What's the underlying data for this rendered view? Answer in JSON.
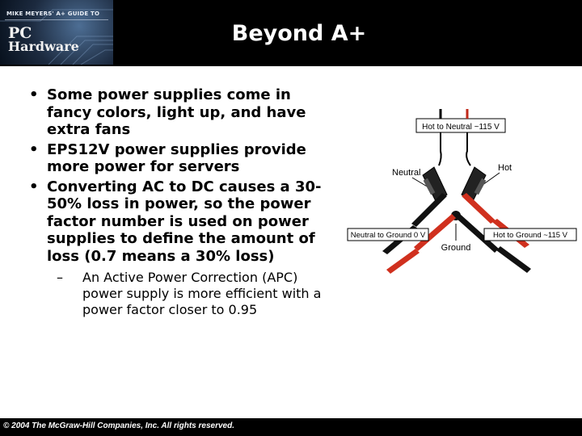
{
  "header": {
    "logo_series": "MIKE MEYERS' A+ GUIDE TO",
    "logo_pc": "PC",
    "logo_hardware": "Hardware",
    "title": "Beyond A+"
  },
  "bullets": [
    {
      "text": "Some power supplies come in fancy colors, light up, and have extra fans"
    },
    {
      "text": "EPS12V power supplies provide more power for servers"
    },
    {
      "text": "Converting AC to DC causes a 30-50% loss in power, so the power factor number is used on power supplies to define the amount of loss (0.7 means a 30% loss)"
    }
  ],
  "sub_bullets": [
    {
      "text": "An Active Power Correction (APC) power supply is more efficient with a power factor closer to 0.95"
    }
  ],
  "diagram": {
    "label_hot_neutral": "Hot to Neutral ~115 V",
    "label_neutral": "Neutral",
    "label_hot": "Hot",
    "label_neutral_ground": "Neutral to Ground  0 V",
    "label_hot_ground": "Hot to Ground ~115 V",
    "label_ground": "Ground"
  },
  "footer": {
    "copyright": "© 2004 The McGraw-Hill Companies, Inc. All rights reserved."
  },
  "colors": {
    "probe_red": "#d0301e",
    "probe_black": "#111111",
    "bar": "#000000"
  }
}
